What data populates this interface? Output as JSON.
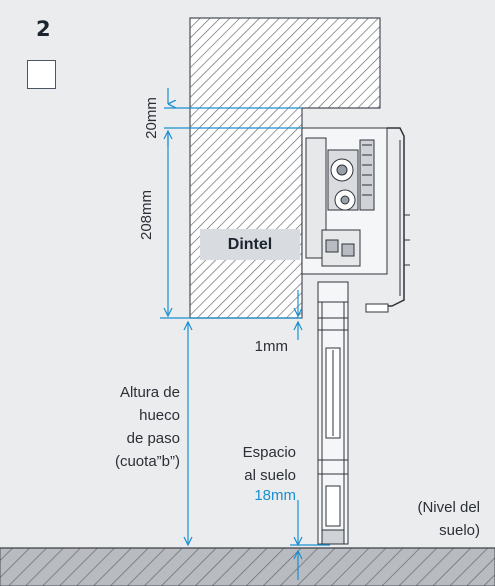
{
  "step": {
    "number": "2"
  },
  "labels": {
    "dintel": "Dintel",
    "dim_20": "20mm",
    "dim_208": "208mm",
    "dim_1": "1mm",
    "altura_line1": "Altura de",
    "altura_line2": "hueco",
    "altura_line3": "de paso",
    "altura_line4": "(cuota”b”)",
    "espacio_line1": "Espacio",
    "espacio_line2": "al suelo",
    "dim_18": "18mm",
    "nivel_line1": "(Nivel del",
    "nivel_line2": "suelo)"
  },
  "colors": {
    "dimension": "#1b8fd0",
    "hatch": "#6b6f76",
    "background": "#ebecee"
  }
}
